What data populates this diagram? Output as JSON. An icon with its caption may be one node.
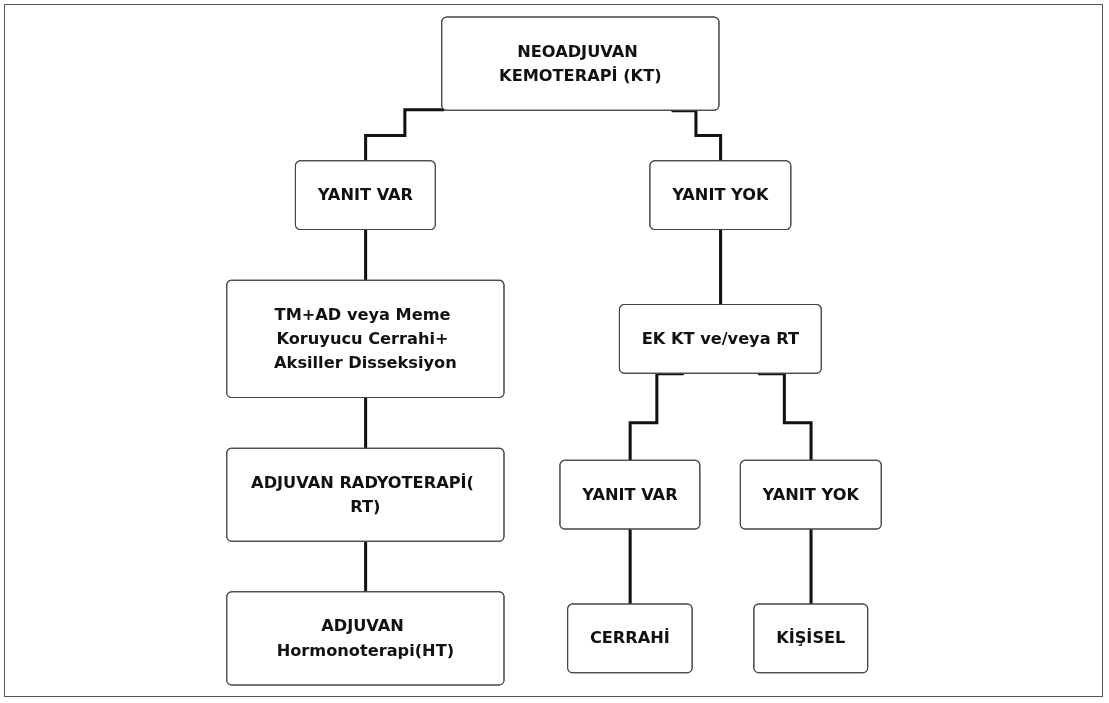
{
  "diagram": {
    "nodes": [
      {
        "text": [
          "NEOADJUVAN KEMOTERAPİ (KT)"
        ]
      },
      {
        "text": [
          "YANIT VAR"
        ]
      },
      {
        "text": [
          "YANIT YOK"
        ]
      },
      {
        "text": [
          "TM+AD veya Meme Koruyucu Cerrahi+ Aksiller Disseksiyon"
        ]
      },
      {
        "text": [
          "EK KT ve/veya RT"
        ]
      },
      {
        "text": [
          "ADJUVAN RADYOTERAPİ( RT)"
        ]
      },
      {
        "text": [
          "YANIT VAR"
        ]
      },
      {
        "text": [
          "YANIT YOK"
        ]
      },
      {
        "text": [
          "ADJUVAN Hormonoterapi(HT)"
        ]
      },
      {
        "text": [
          "CERRAHİ"
        ]
      },
      {
        "text": [
          "KİŞİSEL"
        ]
      }
    ],
    "edges": [
      {
        "from": 0,
        "to": 1,
        "arrow": "none"
      },
      {
        "from": 0,
        "to": 2,
        "arrow": "none"
      },
      {
        "from": 1,
        "to": 3,
        "arrow": "none"
      },
      {
        "from": 2,
        "to": 4,
        "arrow": "none"
      },
      {
        "from": 3,
        "to": 5,
        "arrow": "none"
      },
      {
        "from": 4,
        "to": 6,
        "arrow": "none"
      },
      {
        "from": 4,
        "to": 7,
        "arrow": "none"
      },
      {
        "from": 5,
        "to": 8,
        "arrow": "none"
      },
      {
        "from": 6,
        "to": 9,
        "arrow": "none"
      },
      {
        "from": 7,
        "to": 10,
        "arrow": "none"
      }
    ]
  }
}
